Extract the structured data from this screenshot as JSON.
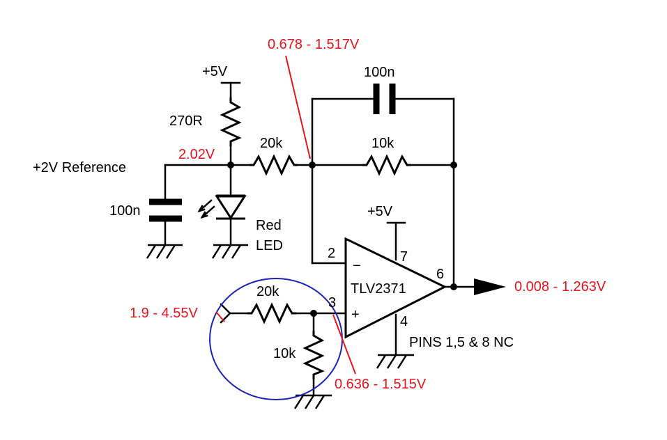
{
  "labels": {
    "supply_top": "+5V",
    "r_270": "270R",
    "reference": "+2V Reference",
    "c_ref": "100n",
    "r_in_top": "20k",
    "c_fb": "100n",
    "r_fb": "10k",
    "led_line1": "Red",
    "led_line2": "LED",
    "supply_opamp": "+5V",
    "opamp": "TLV2371",
    "r_div_top": "20k",
    "r_div_bottom": "10k",
    "pins_nc": "PINS 1,5 & 8 NC"
  },
  "pins": {
    "inv": "2",
    "noninv": "3",
    "out": "6",
    "vcc": "7",
    "gnd": "4",
    "minus": "−",
    "plus": "+"
  },
  "voltages": {
    "ref_node": "2.02V",
    "inv_node": "0.678 - 1.517V",
    "input": "1.9 - 4.55V",
    "noninv_node": "0.636 - 1.515V",
    "output": "0.008 - 1.263V"
  },
  "colors": {
    "annotation": "#e8141b",
    "highlight_circle": "#1a23b4",
    "ink": "#000000"
  }
}
